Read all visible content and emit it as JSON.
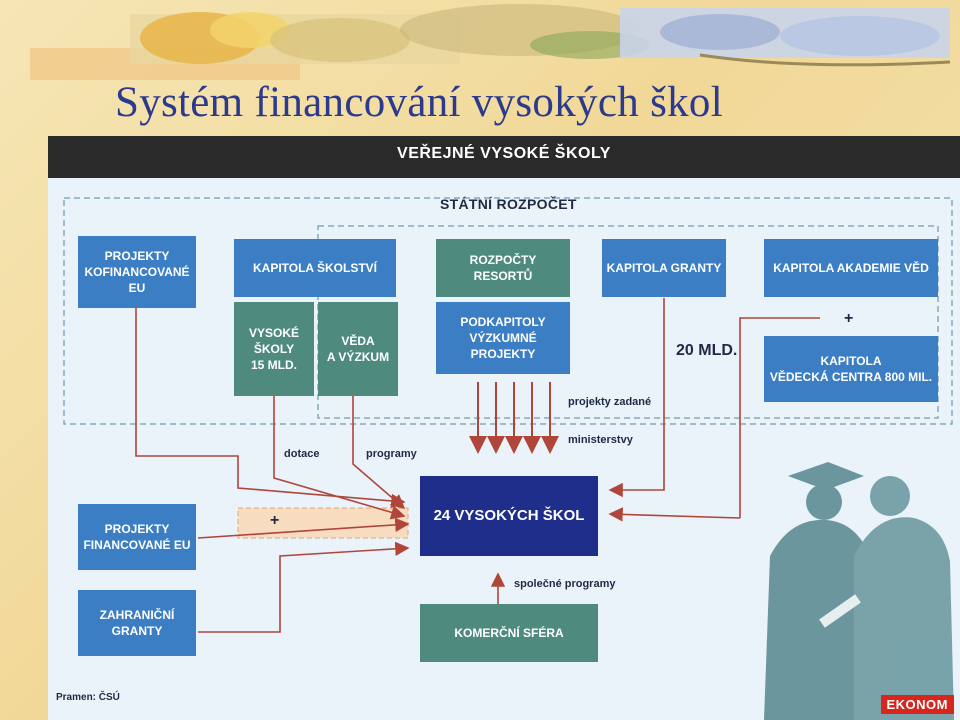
{
  "title": "Systém financování vysokých škol",
  "diagram": {
    "header": "VEŘEJNÉ VYSOKÉ ŠKOLY",
    "state_budget_label": "STÁTNÍ ROZPOČET",
    "boxes": {
      "eu_cofinanced": "PROJEKTY\nKOFINANCOVANÉ EU",
      "chapter_education": "KAPITOLA ŠKOLSTVÍ",
      "universities_15": "VYSOKÉ\nŠKOLY\n15 MLD.",
      "science_research": "VĚDA\nA VÝZKUM",
      "ministry_budgets": "ROZPOČTY RESORTŮ",
      "research_projects": "PODKAPITOLY\nVÝZKUMNÉ PROJEKTY",
      "chapter_grants": "KAPITOLA GRANTY",
      "chapter_academy": "KAPITOLA AKADEMIE VĚD",
      "chapter_science_centers": "KAPITOLA\nVĚDECKÁ CENTRA 800 MIL.",
      "universities_24": "24 VYSOKÝCH ŠKOL",
      "eu_financed": "PROJEKTY\nFINANCOVANÉ EU",
      "foreign_grants": "ZAHRANIČNÍ\nGRANTY",
      "commercial": "KOMERČNÍ SFÉRA"
    },
    "labels": {
      "total": "20 MLD.",
      "plus_top": "+",
      "plus_mid": "+",
      "subsidy": "dotace",
      "programs": "programy",
      "ministry_projects_1": "projekty zadané",
      "ministry_projects_2": "ministerstvy",
      "joint_programs": "společné programy",
      "source": "Pramen: ČSÚ"
    },
    "logo": "EKONOM",
    "colors": {
      "blue_box": "#3b7ec4",
      "green_box": "#4f8a7f",
      "navy_box": "#1f2e8a",
      "arrow": "#b0463a",
      "title": "#2b3a8c"
    }
  }
}
